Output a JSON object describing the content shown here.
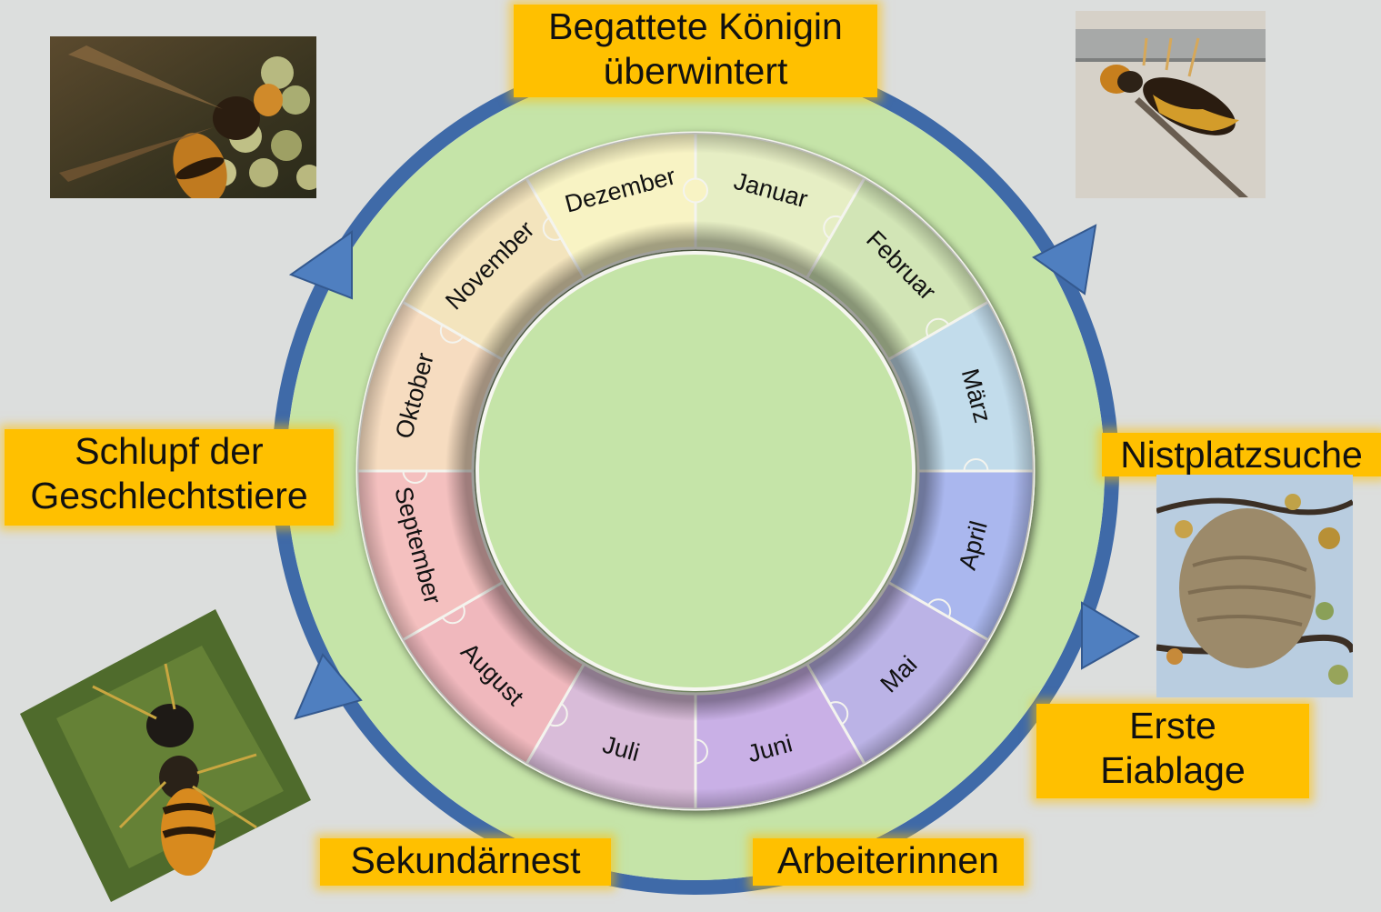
{
  "colors": {
    "background": "#dcdedd",
    "outer_ring": "#3f6aa8",
    "green_disc": "#c5e4a8",
    "label_fill": "#ffc000",
    "arrow": "#4f7fc0"
  },
  "months": [
    {
      "label": "Januar",
      "color": "#e6eec4"
    },
    {
      "label": "Februar",
      "color": "#d2e5b6"
    },
    {
      "label": "März",
      "color": "#c2dceb"
    },
    {
      "label": "April",
      "color": "#aab7ee"
    },
    {
      "label": "Mai",
      "color": "#bbb3e6"
    },
    {
      "label": "Juni",
      "color": "#c9b0e6"
    },
    {
      "label": "Juli",
      "color": "#d9bcd9"
    },
    {
      "label": "August",
      "color": "#f0b8bd"
    },
    {
      "label": "September",
      "color": "#f4c0bf"
    },
    {
      "label": "Oktober",
      "color": "#f6dcc0"
    },
    {
      "label": "November",
      "color": "#f3e4bd"
    },
    {
      "label": "Dezember",
      "color": "#f8f3c4"
    }
  ],
  "stages": {
    "queen": {
      "line1": "Begattete Königin",
      "line2": "überwintert"
    },
    "nest_search": {
      "line1": "Nistplatzsuche"
    },
    "first_eggs": {
      "line1": "Erste",
      "line2": "Eiablage"
    },
    "workers": {
      "line1": "Arbeiterinnen"
    },
    "secondary_nest": {
      "line1": "Sekundärnest"
    },
    "hatching": {
      "line1": "Schlupf der",
      "line2": "Geschlechtstiere"
    }
  },
  "photos": [
    {
      "name": "hornet-on-ivy-photo"
    },
    {
      "name": "hornet-hanging-photo"
    },
    {
      "name": "hornet-nest-photo"
    },
    {
      "name": "hornet-on-leaf-photo"
    }
  ]
}
